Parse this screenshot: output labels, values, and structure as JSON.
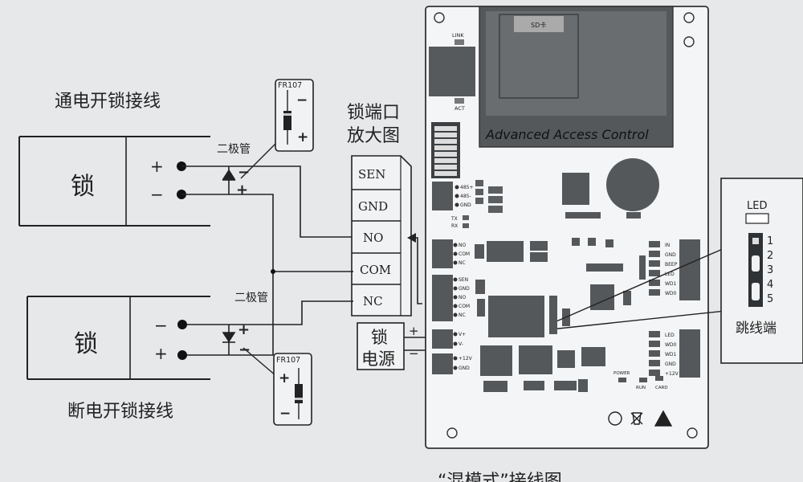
{
  "top_lock": {
    "title": "通电开锁接线",
    "lock_label": "锁",
    "plus": "+",
    "minus": "−",
    "diode_label": "二极管",
    "diode_part": "FR107",
    "diode_plus": "+",
    "diode_minus": "−"
  },
  "bottom_lock": {
    "title": "断电开锁接线",
    "lock_label": "锁",
    "plus": "+",
    "minus": "−",
    "diode_label": "二极管",
    "diode_part": "FR107",
    "diode_plus": "+",
    "diode_minus": "−"
  },
  "lock_port": {
    "title_line1": "锁端口",
    "title_line2": "放大图",
    "terminals": [
      "SEN",
      "GND",
      "NO",
      "COM",
      "NC"
    ]
  },
  "lock_power": {
    "line1": "锁",
    "line2": "电源",
    "plus": "+",
    "minus": "−"
  },
  "board": {
    "label": "Advanced Access Control",
    "sd_label": "SD卡",
    "link_label": "LINK",
    "act_label": "ACT",
    "rs485_pins": [
      "485+",
      "485-",
      "GND"
    ],
    "tx_label": "TX",
    "rx_label": "RX",
    "relay1_pins": [
      "NO",
      "COM",
      "NC"
    ],
    "lock_pins": [
      "SEN",
      "GND",
      "NO",
      "COM",
      "NC"
    ],
    "power_pins": [
      "V+",
      "V-"
    ],
    "aux_pins": [
      "+12V",
      "GND"
    ],
    "right_pins_top": [
      "IN",
      "GND",
      "BEEP",
      "LED",
      "WD1",
      "WD0"
    ],
    "right_pins_bottom": [
      "LED",
      "WD0",
      "WD1",
      "GND",
      "+12V"
    ],
    "status_leds": [
      "POWER",
      "RUN",
      "CARD"
    ]
  },
  "jumper": {
    "led_label": "LED",
    "pin_numbers": [
      "1",
      "2",
      "3",
      "4",
      "5"
    ],
    "caption": "跳线端"
  },
  "bottom_caption": "“混模式”接线图"
}
